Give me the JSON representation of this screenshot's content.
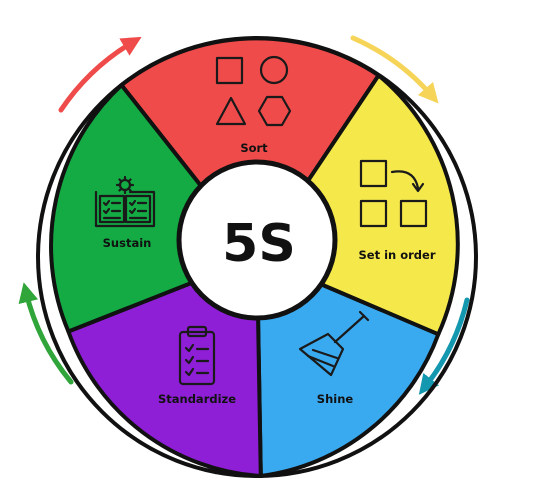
{
  "center": {
    "label": "5S"
  },
  "segments": [
    {
      "label": "Sort",
      "color": "#f04b4b",
      "icon": "shapes-icon"
    },
    {
      "label": "Set in order",
      "color": "#f5e84a",
      "icon": "arrange-squares-icon"
    },
    {
      "label": "Shine",
      "color": "#3aaaf0",
      "icon": "broom-icon"
    },
    {
      "label": "Standardize",
      "color": "#8e1fd6",
      "icon": "clipboard-checklist-icon"
    },
    {
      "label": "Sustain",
      "color": "#14ab45",
      "icon": "book-gear-icon"
    }
  ],
  "cycle_arrows": [
    {
      "color": "#f04b4b"
    },
    {
      "color": "#f5d457"
    },
    {
      "color": "#1498b0"
    },
    {
      "color": "#8e1fd6"
    },
    {
      "color": "#2fa53a"
    }
  ]
}
